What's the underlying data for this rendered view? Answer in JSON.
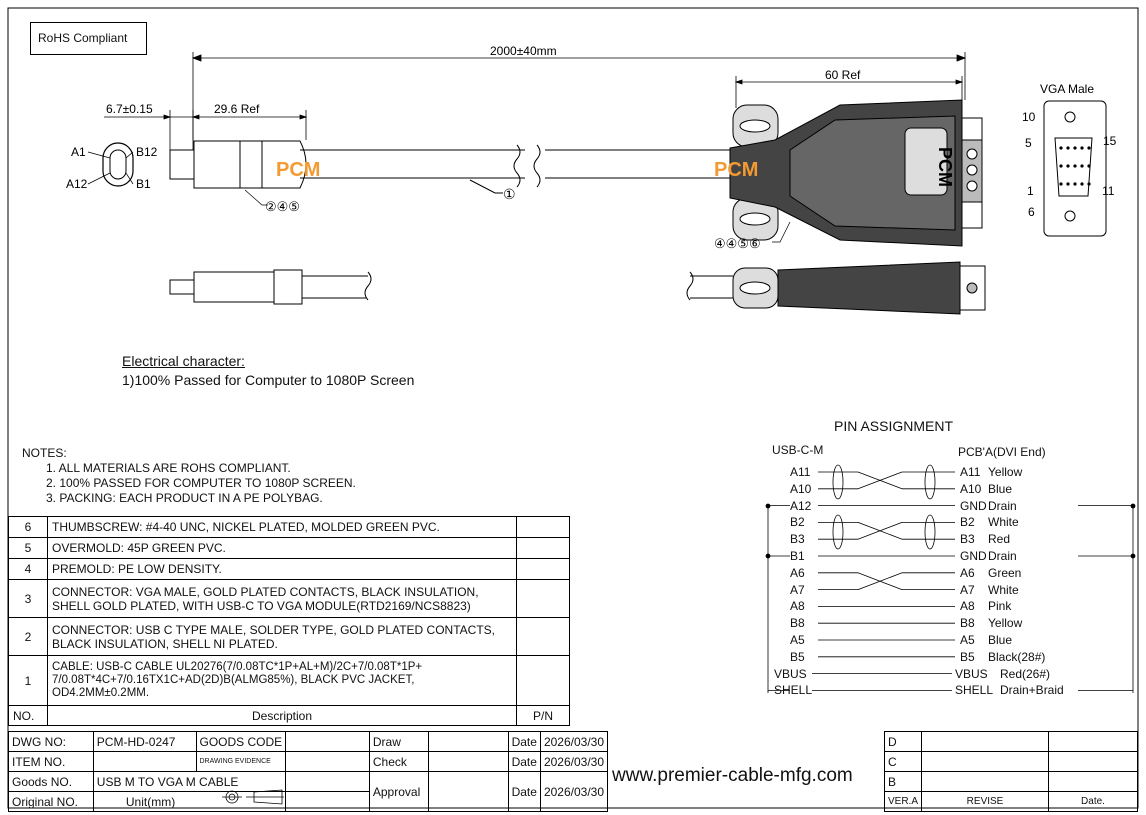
{
  "header": {
    "rohs_label": "RoHS Compliant"
  },
  "dims": {
    "overall_length": "2000±40mm",
    "usb_tip": "6.7±0.15",
    "usb_body": "29.6 Ref",
    "vga_body": "60 Ref"
  },
  "usb_pins": {
    "a1": "A1",
    "b12": "B12",
    "a12": "A12",
    "b1": "B1"
  },
  "vga_face": {
    "title": "VGA Male",
    "p10": "10",
    "p5": "5",
    "p15": "15",
    "p1": "1",
    "p11": "11",
    "p6": "6"
  },
  "callouts": {
    "usb": "②④⑤",
    "cable": "①",
    "vga": "④④⑤⑥"
  },
  "brand_marks": {
    "usb_end": "PCM",
    "vga_end": "PCM",
    "vga_label": "PCM"
  },
  "electrical": {
    "title": "Electrical character:",
    "line1": "1)100% Passed for Computer to 1080P Screen"
  },
  "notes": {
    "title": "NOTES:",
    "items": [
      "1. ALL MATERIALS ARE ROHS COMPLIANT.",
      "2. 100% PASSED FOR COMPUTER TO 1080P SCREEN.",
      "3. PACKING: EACH PRODUCT IN A PE POLYBAG."
    ]
  },
  "bom": {
    "rows": [
      {
        "no": "6",
        "desc": "THUMBSCREW: #4-40 UNC, NICKEL PLATED, MOLDED GREEN PVC."
      },
      {
        "no": "5",
        "desc": "OVERMOLD: 45P GREEN PVC."
      },
      {
        "no": "4",
        "desc": "PREMOLD: PE LOW DENSITY."
      },
      {
        "no": "3",
        "desc": "CONNECTOR: VGA MALE, GOLD PLATED CONTACTS, BLACK INSULATION, SHELL GOLD PLATED, WITH USB-C TO VGA MODULE(RTD2169/NCS8823)"
      },
      {
        "no": "2",
        "desc": "CONNECTOR: USB  C TYPE MALE, SOLDER TYPE, GOLD PLATED CONTACTS, BLACK INSULATION, SHELL NI PLATED."
      },
      {
        "no": "1",
        "desc": "CABLE: USB-C CABLE UL20276(7/0.08TC*1P+AL+M)/2C+7/0.08T*1P+ 7/0.08T*4C+7/0.16TX1C+AD(2D)B(ALMG85%), BLACK PVC JACKET, OD4.2MM±0.2MM."
      }
    ],
    "header_no": "NO.",
    "header_desc": "Description",
    "header_pn": "P/N"
  },
  "pin_assignment": {
    "title": "PIN  ASSIGNMENT",
    "left_header": "USB-C-M",
    "right_header": "PCB'A(DVI End)",
    "rows": [
      {
        "left": "A11",
        "right": "A11",
        "color": "Yellow"
      },
      {
        "left": "A10",
        "right": "A10",
        "color": "Blue"
      },
      {
        "left": "A12",
        "right": "GND",
        "color": "Drain"
      },
      {
        "left": "B2",
        "right": "B2",
        "color": "White"
      },
      {
        "left": "B3",
        "right": "B3",
        "color": "Red"
      },
      {
        "left": "B1",
        "right": "GND",
        "color": "Drain"
      },
      {
        "left": "A6",
        "right": "A6",
        "color": "Green"
      },
      {
        "left": "A7",
        "right": "A7",
        "color": "White"
      },
      {
        "left": "A8",
        "right": "A8",
        "color": "Pink"
      },
      {
        "left": "B8",
        "right": "B8",
        "color": "Yellow"
      },
      {
        "left": "A5",
        "right": "A5",
        "color": "Blue"
      },
      {
        "left": "B5",
        "right": "B5",
        "color": "Black(28#)"
      },
      {
        "left": "VBUS",
        "right": "VBUS",
        "color": "Red(26#)"
      },
      {
        "left": "SHELL",
        "right": "SHELL",
        "color": "Drain+Braid"
      }
    ]
  },
  "title_block": {
    "dwg_no_label": "DWG NO:",
    "dwg_no": "PCM-HD-0247",
    "goods_code_label": "GOODS CODE",
    "item_no_label": "ITEM NO.",
    "drawing_evidence": "DRAWING EVIDENCE",
    "goods_no_label": "Goods NO.",
    "goods_no": "USB M TO VGA M CABLE",
    "original_no_label": "Original NO.",
    "unit_label": "Unit(mm)",
    "draw_label": "Draw",
    "check_label": "Check",
    "approval_label": "Approval",
    "date_label": "Date",
    "date_draw": "2026/03/30",
    "date_check": "2026/03/30",
    "date_approval": "2026/03/30",
    "website": "www.premier-cable-mfg.com",
    "rev_d": "D",
    "rev_c": "C",
    "rev_b": "B",
    "ver_label": "VER.A",
    "revise_label": "REVISE",
    "date_col_label": "Date."
  }
}
